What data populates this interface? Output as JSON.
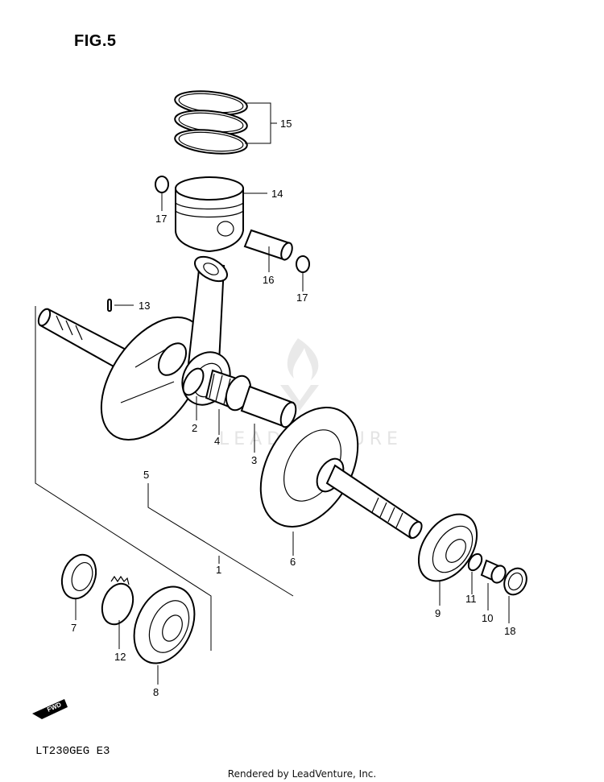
{
  "figure": {
    "title": "FIG.5"
  },
  "model_code": "LT230GEG  E3",
  "footer": "Rendered by LeadVenture, Inc.",
  "watermark": {
    "text": "LEADVENTURE"
  },
  "fwd_label": "FWD",
  "callouts": [
    {
      "id": "callout-1",
      "label": "1"
    },
    {
      "id": "callout-2",
      "label": "2"
    },
    {
      "id": "callout-3",
      "label": "3"
    },
    {
      "id": "callout-4",
      "label": "4"
    },
    {
      "id": "callout-5",
      "label": "5"
    },
    {
      "id": "callout-6",
      "label": "6"
    },
    {
      "id": "callout-7",
      "label": "7"
    },
    {
      "id": "callout-8",
      "label": "8"
    },
    {
      "id": "callout-9",
      "label": "9"
    },
    {
      "id": "callout-10",
      "label": "10"
    },
    {
      "id": "callout-11",
      "label": "11"
    },
    {
      "id": "callout-12",
      "label": "12"
    },
    {
      "id": "callout-13",
      "label": "13"
    },
    {
      "id": "callout-14",
      "label": "14"
    },
    {
      "id": "callout-15",
      "label": "15"
    },
    {
      "id": "callout-16",
      "label": "16"
    },
    {
      "id": "callout-17a",
      "label": "17"
    },
    {
      "id": "callout-17b",
      "label": "17"
    },
    {
      "id": "callout-18",
      "label": "18"
    }
  ]
}
